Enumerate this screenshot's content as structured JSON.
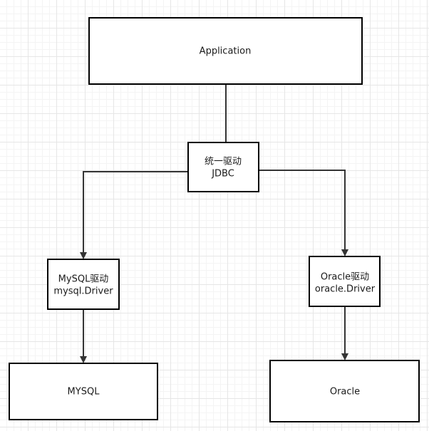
{
  "diagram": {
    "nodes": {
      "application": {
        "line1": "Application"
      },
      "jdbc": {
        "line1": "统一驱动",
        "line2": "JDBC"
      },
      "mysql_driver": {
        "line1": "MySQL驱动",
        "line2": "mysql.Driver"
      },
      "oracle_driver": {
        "line1": "Oracle驱动",
        "line2": "oracle.Driver"
      },
      "mysql_db": {
        "line1": "MYSQL"
      },
      "oracle_db": {
        "line1": "Oracle"
      }
    },
    "edges": [
      {
        "from": "application",
        "to": "jdbc",
        "arrow": false
      },
      {
        "from": "jdbc",
        "to": "mysql_driver",
        "arrow": true
      },
      {
        "from": "jdbc",
        "to": "oracle_driver",
        "arrow": true
      },
      {
        "from": "mysql_driver",
        "to": "mysql_db",
        "arrow": true
      },
      {
        "from": "oracle_driver",
        "to": "oracle_db",
        "arrow": true
      }
    ]
  }
}
